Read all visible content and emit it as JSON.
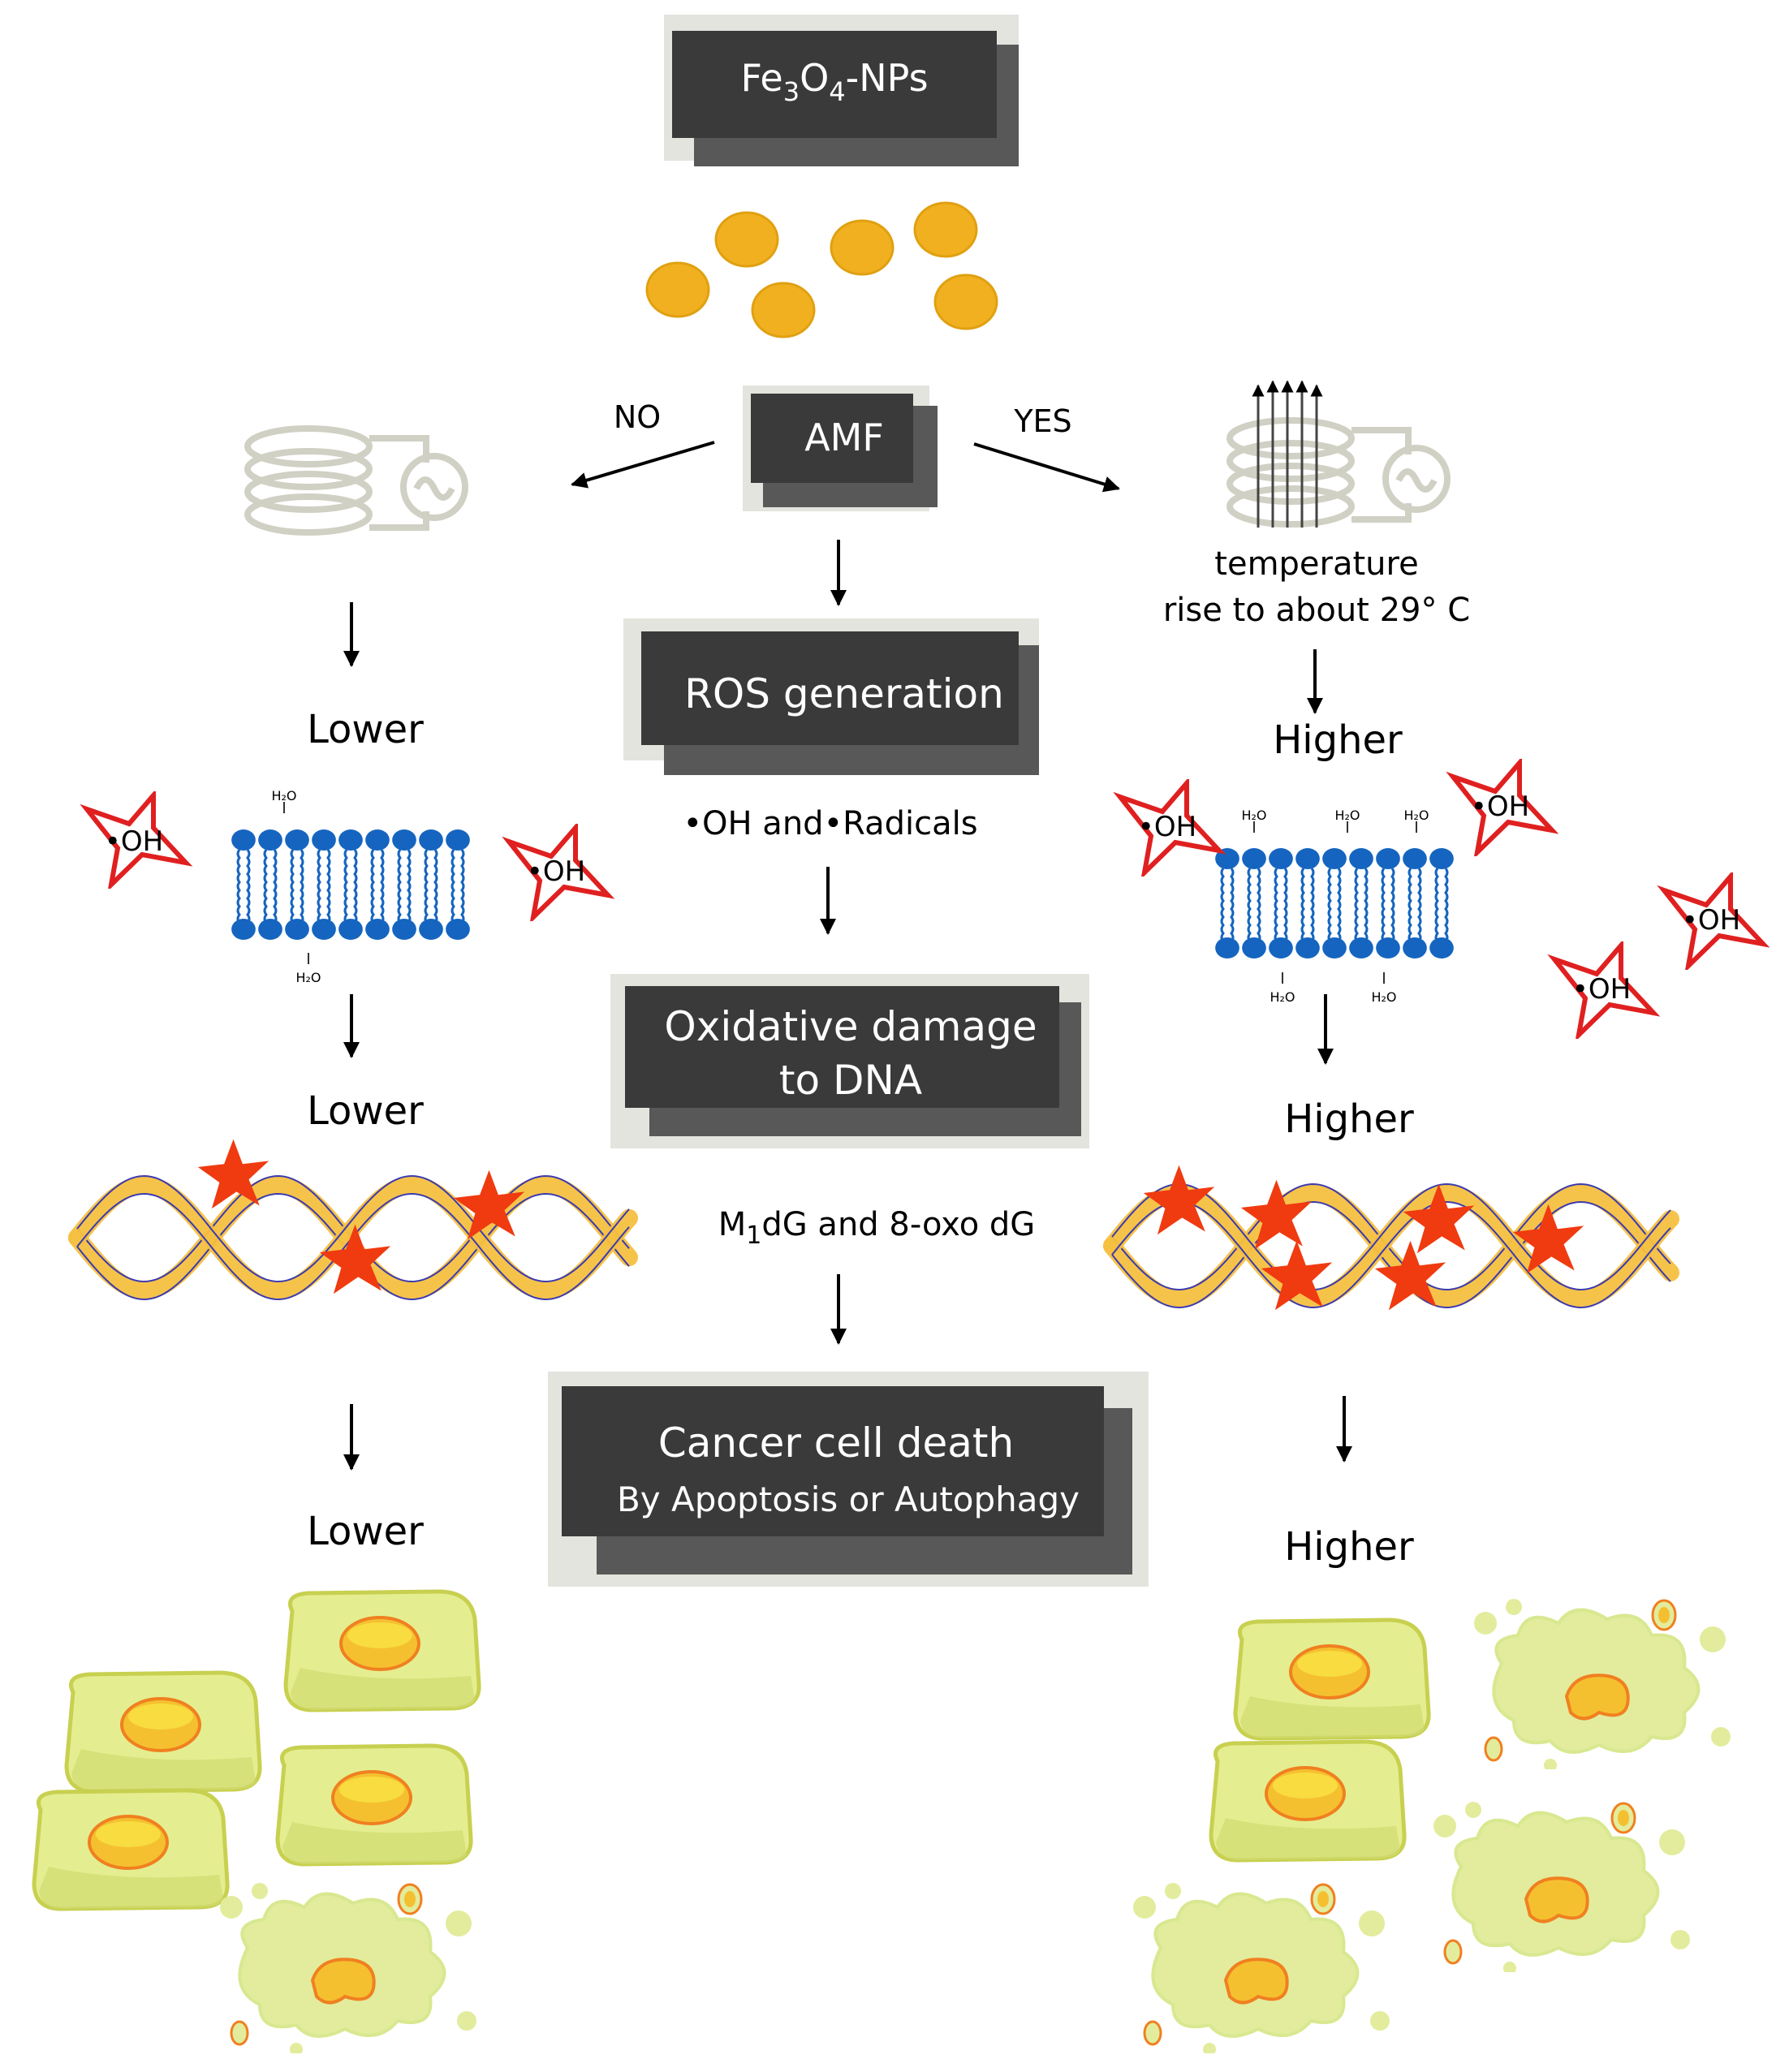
{
  "boxes": {
    "fe3o4": {
      "base": "Fe",
      "sub1": "3",
      "mid": "O",
      "sub2": "4",
      "tail": "-NPs"
    },
    "amf": "AMF",
    "ros": "ROS generation",
    "oxidative_line1": "Oxidative damage",
    "oxidative_line2": "to DNA",
    "death_line1": "Cancer cell death",
    "death_line2": "By Apoptosis or Autophagy"
  },
  "branches": {
    "no": "NO",
    "yes": "YES"
  },
  "temperature": {
    "line1": "temperature",
    "line2": "rise to about 29° C"
  },
  "left_levels": [
    "Lower",
    "Lower",
    "Lower"
  ],
  "right_levels": [
    "Higher",
    "Higher",
    "Higher"
  ],
  "radicals_text": "•OH and•Radicals",
  "adducts_text": {
    "m": "M",
    "sub": "1",
    "rest": "dG and 8-oxo dG"
  },
  "oh_label": "•OH",
  "h2o_label": "H₂O",
  "colors": {
    "box": "#3a3a3a",
    "box_shadow": "#585858",
    "np": "#f0b020",
    "ros_star": "#e02020",
    "damage_star": "#f03a10",
    "lipid": "#1565c0",
    "dna": "#f5c040",
    "cell": "#d8e878"
  }
}
